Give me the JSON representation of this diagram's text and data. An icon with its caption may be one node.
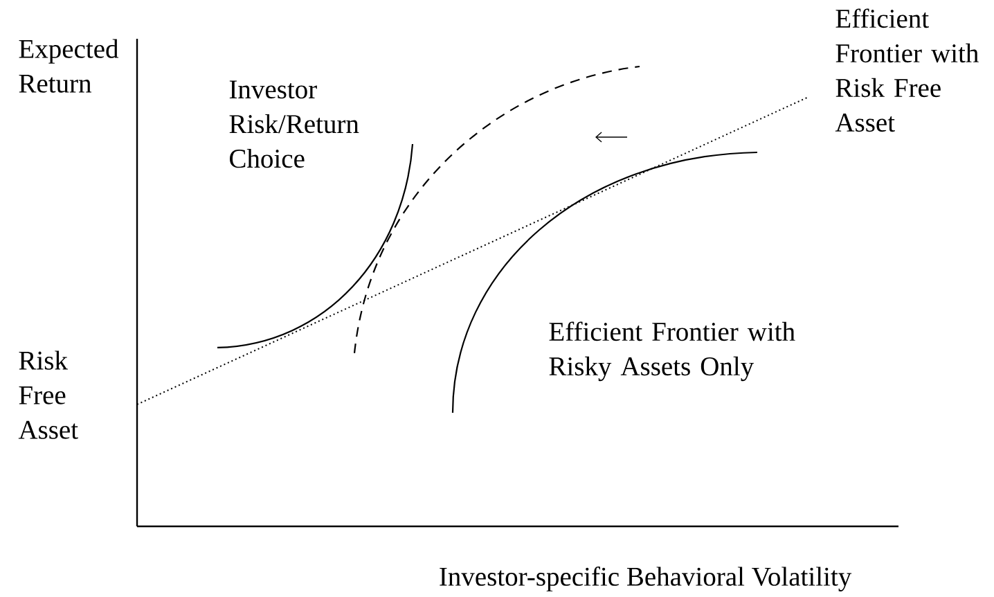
{
  "diagram": {
    "labels": [
      "Expected Return",
      "Efficient Frontier with Risk Free Asset",
      "Investor Risk/Return Choice",
      "Efficient Frontier with Risky Assets Only",
      "Risk Free Asset",
      "Investor-specific Behavioral Volatility"
    ]
  }
}
